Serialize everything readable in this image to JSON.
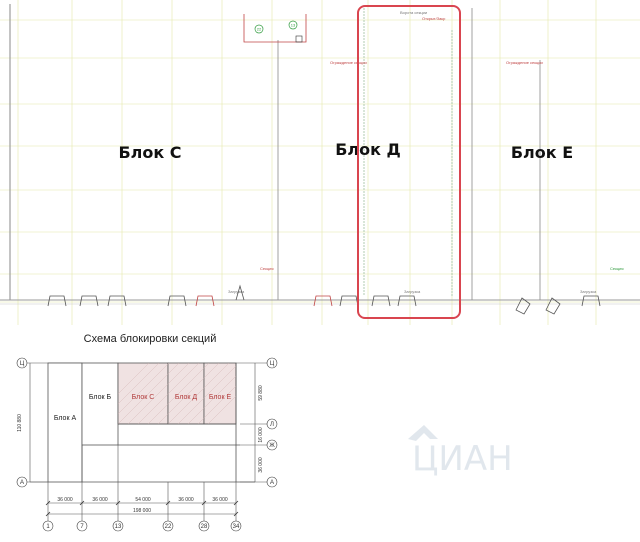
{
  "plan": {
    "block_c_label": "Блок С",
    "block_d_label": "Блок Д",
    "block_e_label": "Блок Е",
    "highlight_color": "#d9454f",
    "grid_color": "#e4e8a8",
    "note_top_a": "Открыт/Закр",
    "note_top_b": "Ворота секции",
    "note_red_1": "Ограждение секции",
    "note_red_2": "Ограждение секции",
    "note_small_1": "Секция",
    "note_small_2": "Секция",
    "zone_label_1": "Загрузка",
    "zone_label_2": "Загрузка",
    "zone_label_3": "Загрузка",
    "marker_1": "22",
    "marker_2": "13"
  },
  "scheme": {
    "title": "Схема блокировки секций",
    "blocks": {
      "a": "Блок А",
      "b": "Блок Б",
      "c": "Блок С",
      "d": "Блок Д",
      "e": "Блок Е"
    },
    "dims_bottom": [
      "36 000",
      "36 000",
      "54 000",
      "36 000",
      "36 000"
    ],
    "dim_total": "198 000",
    "dim_left": "110 880",
    "dims_right": [
      "59 880",
      "16 000",
      "36 000"
    ],
    "axes_left": [
      "Ц",
      "А"
    ],
    "axes_right": [
      "Ц",
      "Л",
      "Ж",
      "А"
    ],
    "axes_bottom": [
      "1",
      "7",
      "13",
      "22",
      "28",
      "34"
    ]
  },
  "watermark": "ЦИАН"
}
